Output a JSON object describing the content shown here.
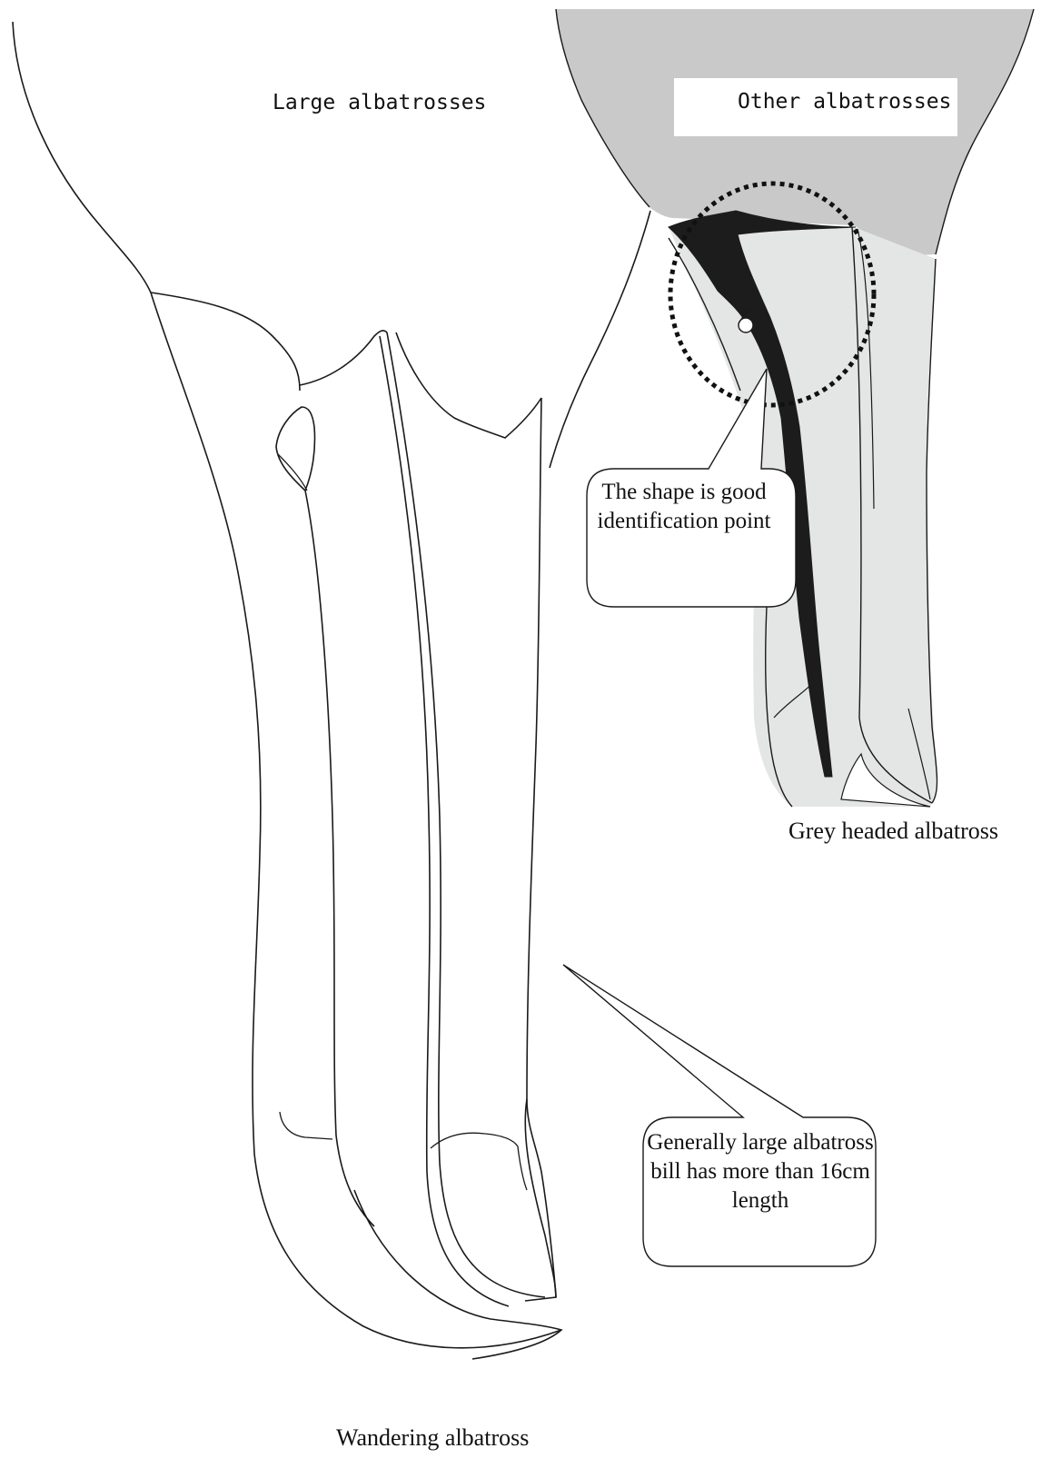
{
  "labels": {
    "large_albatrosses": "Large albatrosses",
    "other_albatrosses": "Other albatrosses",
    "grey_headed": "Grey headed albatross",
    "wandering": "Wandering albatross"
  },
  "callouts": {
    "shape": "The shape is good identification point",
    "bill_length": "Generally large albatross bill has more than 16cm length"
  },
  "colors": {
    "head_grey": "#c9c9c9",
    "bill_grey": "#e4e5e5",
    "marking_black": "#1c1c1c",
    "outline": "#1a1a1a"
  }
}
